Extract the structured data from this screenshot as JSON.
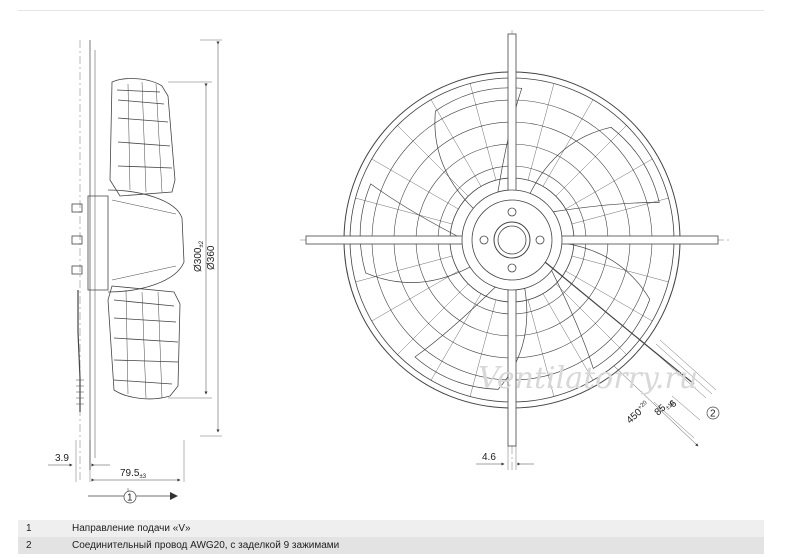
{
  "dimensions": {
    "d300": "Ø300",
    "d300_tol": "±2",
    "d360": "Ø360",
    "offset_left": "3.9",
    "depth": "79.5",
    "depth_tol": "±3",
    "offset_front": "4.6",
    "cable_450": "450",
    "cable_450_tol": "+20",
    "cable_85": "85",
    "cable_85_tol": "±10",
    "cable_6": "6"
  },
  "callouts": {
    "c1": "1",
    "c2": "2"
  },
  "watermark": "Ventilatorry.ru",
  "legend": [
    {
      "num": "1",
      "text": "Направление подачи «V»"
    },
    {
      "num": "2",
      "text": "Соединительный провод AWG20, с заделкой 9 зажимами"
    }
  ]
}
